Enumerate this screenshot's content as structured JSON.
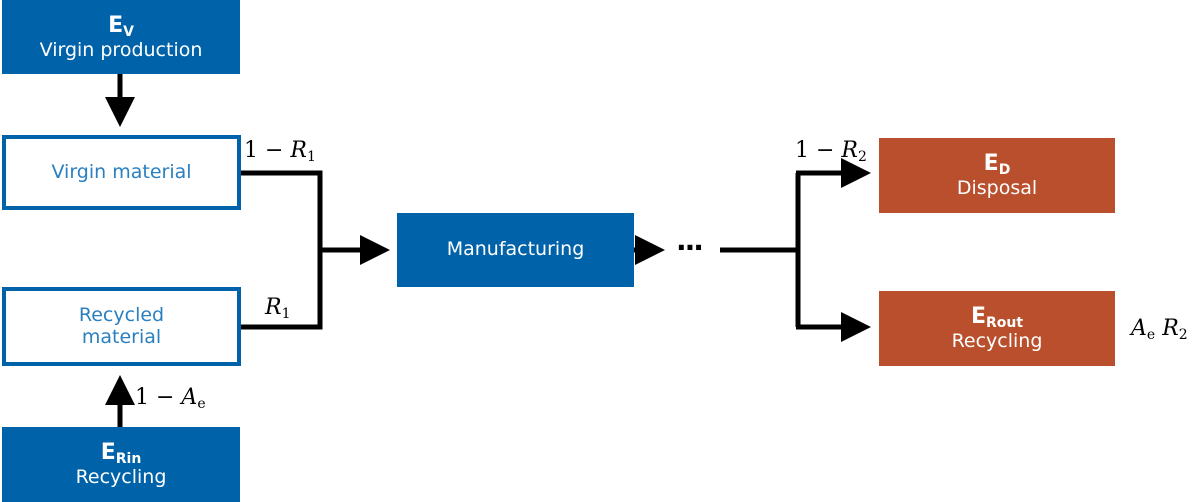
{
  "colors": {
    "blue": "#0062a8",
    "red": "#b94f2c",
    "line": "#000000"
  },
  "nodes": {
    "ev": {
      "symbol": "E",
      "sub": "V",
      "label": "Virgin production"
    },
    "virgin": {
      "label": "Virgin material"
    },
    "recycled": {
      "label": "Recycled material"
    },
    "erin": {
      "symbol": "E",
      "sub": "Rin",
      "label": "Recycling"
    },
    "manufacturing": {
      "label": "Manufacturing"
    },
    "ed": {
      "symbol": "E",
      "sub": "D",
      "label": "Disposal"
    },
    "erout": {
      "symbol": "E",
      "sub": "Rout",
      "label": "Recycling"
    }
  },
  "edges": {
    "virgin_share": {
      "prefix": "1 − ",
      "var": "R",
      "sub": "1"
    },
    "recycled_share": {
      "var": "R",
      "sub": "1"
    },
    "recycled_input": {
      "prefix": "1 − ",
      "var": "A",
      "sub": "e"
    },
    "disposal_share": {
      "prefix": "1 − ",
      "var": "R",
      "sub": "2"
    },
    "recycling_out": {
      "var": "A",
      "sub": "e",
      "var2": "R",
      "sub2": "2"
    },
    "continuation": "···"
  }
}
